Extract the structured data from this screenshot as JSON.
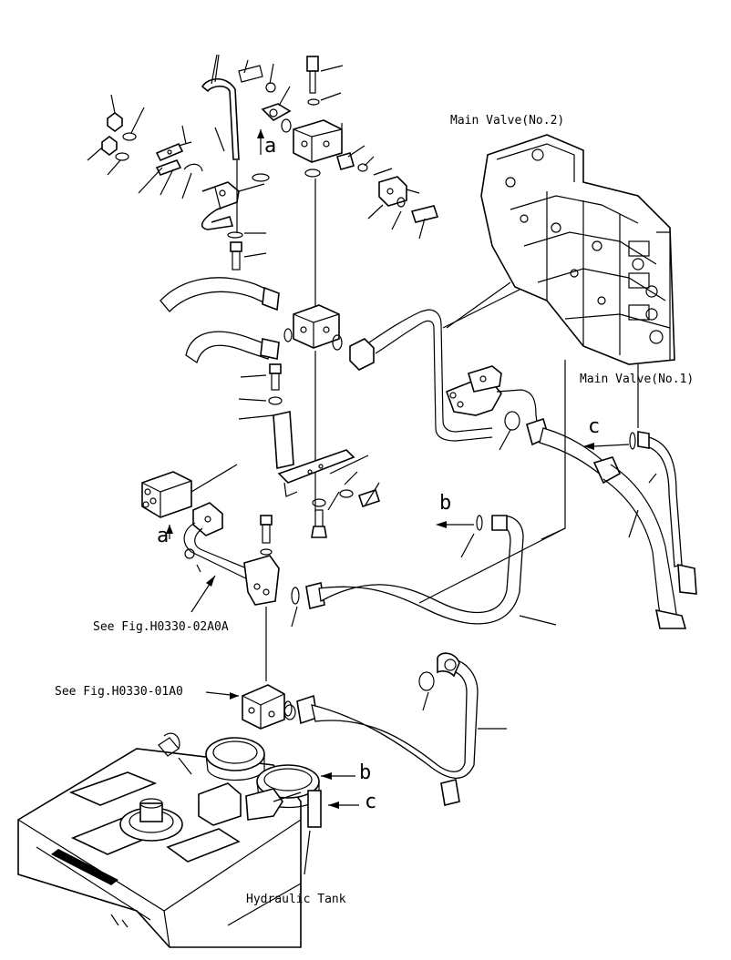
{
  "labels": {
    "main_valve_2": "Main Valve(No.2)",
    "main_valve_1": "Main Valve(No.1)",
    "see_fig_02a0a": "See Fig.H0330-02A0A",
    "see_fig_01a0": "See Fig.H0330-01A0",
    "hydraulic_tank": "Hydraulic Tank"
  },
  "callout_letters": {
    "a_top": "a",
    "a_left": "a",
    "b_mid": "b",
    "b_tank": "b",
    "c_right": "c",
    "c_tank": "c"
  }
}
